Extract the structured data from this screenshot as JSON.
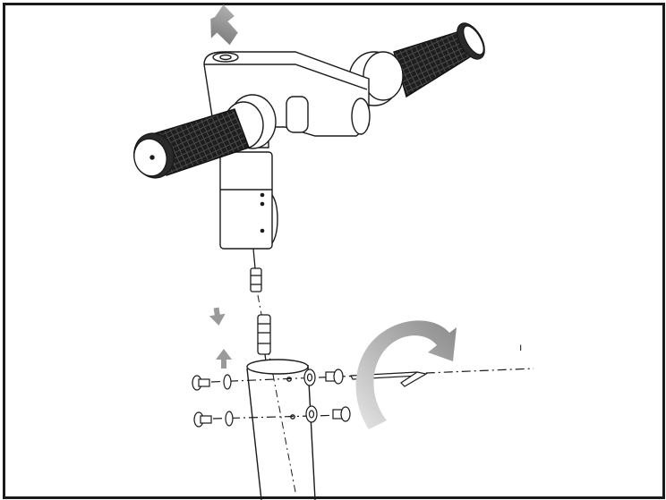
{
  "figure": {
    "kind": "assembly-instruction",
    "colors": {
      "line": "#1a1a1a",
      "grip": "#222222",
      "arrow_gray": "#9a9a9a",
      "arrow_light": "#c9c9c9",
      "frame": "#1a1a1a"
    },
    "icons": [
      "press-down-arrow",
      "insert-arrow",
      "lift-arrow",
      "rotate-arrow",
      "allen-key"
    ],
    "callout_mark": "ı"
  }
}
